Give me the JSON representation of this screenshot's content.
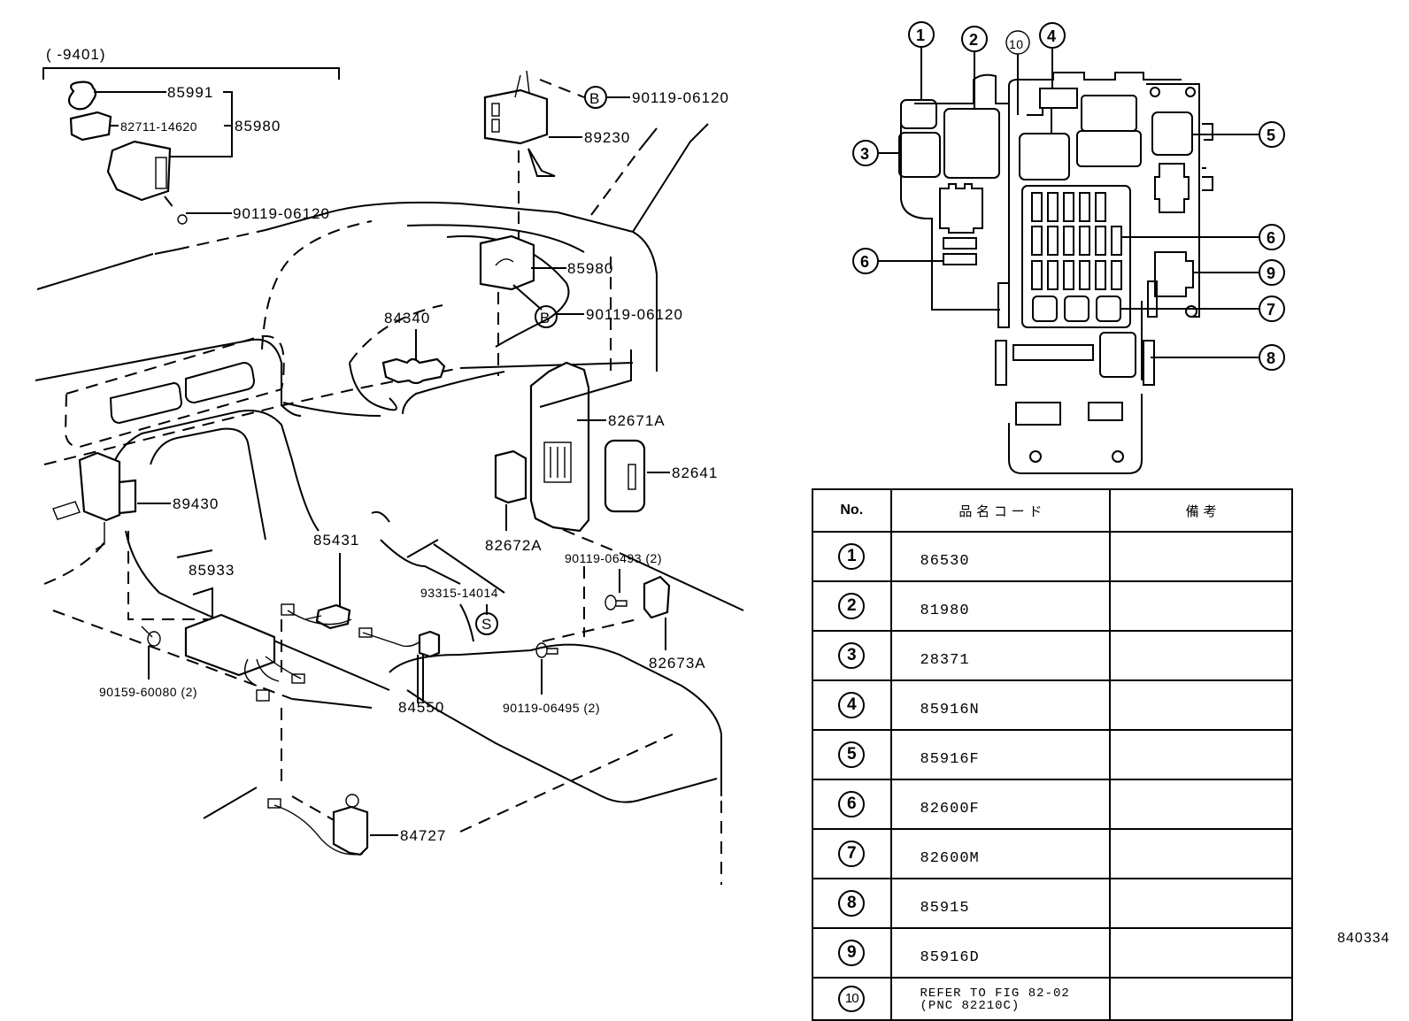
{
  "figure": {
    "id": "840334",
    "date_range_note": "(      -9401)"
  },
  "callouts": {
    "p85991": "85991",
    "p82711_14620": "82711-14620",
    "p85980_top": "85980",
    "p90119_06120_a": "90119-06120",
    "p90119_06120_b": "90119-06120",
    "p89230": "89230",
    "p85980_mid": "85980",
    "p90119_06120_c": "90119-06120",
    "p84340": "84340",
    "p82671A": "82671A",
    "p82641": "82641",
    "p82672A": "82672A",
    "p89430": "89430",
    "p85431": "85431",
    "p85933": "85933",
    "p93315_14014": "93315-14014",
    "p90119_06493": "90119-06493 (2)",
    "p82673A": "82673A",
    "p90159_60080": "90159-60080 (2)",
    "p84550": "84550",
    "p90119_06495": "90119-06495 (2)",
    "p84727": "84727",
    "symbol_B": "B",
    "symbol_S": "S"
  },
  "junction_block_callouts": [
    "1",
    "2",
    "3",
    "4",
    "5",
    "6",
    "6",
    "7",
    "8",
    "9",
    "10"
  ],
  "legend": {
    "headers": {
      "no": "No.",
      "code": "品 名 コ ー ド",
      "note": "備 考"
    },
    "rows": [
      {
        "no": "1",
        "code": "86530",
        "note": ""
      },
      {
        "no": "2",
        "code": "81980",
        "note": ""
      },
      {
        "no": "3",
        "code": "28371",
        "note": ""
      },
      {
        "no": "4",
        "code": "85916N",
        "note": ""
      },
      {
        "no": "5",
        "code": "85916F",
        "note": ""
      },
      {
        "no": "6",
        "code": "82600F",
        "note": ""
      },
      {
        "no": "7",
        "code": "82600M",
        "note": ""
      },
      {
        "no": "8",
        "code": "85915",
        "note": ""
      },
      {
        "no": "9",
        "code": "85916D",
        "note": ""
      },
      {
        "no": "10",
        "code_line1": "REFER TO FIG 82-02",
        "code_line2": "(PNC 82210C)",
        "note": ""
      }
    ]
  }
}
